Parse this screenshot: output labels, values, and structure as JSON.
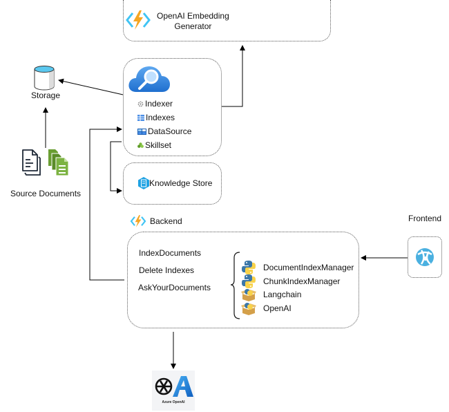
{
  "diagram": {
    "embedding_generator": {
      "label_line1": "OpenAI Embedding",
      "label_line2": "Generator",
      "icon": "azure-functions-icon"
    },
    "search_service": {
      "icon": "azure-cognitive-search-icon",
      "items": [
        {
          "label": "Indexer",
          "icon": "gear-icon"
        },
        {
          "label": "Indexes",
          "icon": "index-table-icon"
        },
        {
          "label": "DataSource",
          "icon": "datasource-icon"
        },
        {
          "label": "Skillset",
          "icon": "skillset-icon"
        }
      ]
    },
    "storage": {
      "label": "Storage",
      "icon": "storage-cylinder-icon"
    },
    "source_documents": {
      "label": "Source Documents",
      "icons": [
        "document-icon",
        "documents-stack-icon"
      ]
    },
    "knowledge_store": {
      "label": "Knowledge Store",
      "icon": "knowledge-store-icon"
    },
    "backend": {
      "label": "Backend",
      "icon": "azure-functions-icon",
      "endpoints": [
        "IndexDocuments",
        "Delete Indexes",
        "AskYourDocuments"
      ],
      "modules": [
        {
          "label": "DocumentIndexManager",
          "icon": "python-icon"
        },
        {
          "label": "ChunkIndexManager",
          "icon": "python-icon"
        },
        {
          "label": "Langchain",
          "icon": "python-package-icon"
        },
        {
          "label": "OpenAI",
          "icon": "python-package-icon"
        }
      ]
    },
    "frontend": {
      "label": "Frontend",
      "icon": "azure-static-web-app-icon"
    },
    "azure_openai": {
      "label": "Azure OpenAI",
      "icon": "azure-openai-icon"
    },
    "colors": {
      "functions_orange": "#f5a623",
      "functions_blue": "#40c4f4",
      "search_blue": "#2f80e0",
      "doc_green": "#6a9e32",
      "python_blue": "#3b77a8",
      "python_yellow": "#f8d24a",
      "frontend_blue": "#4ab0e0"
    }
  }
}
